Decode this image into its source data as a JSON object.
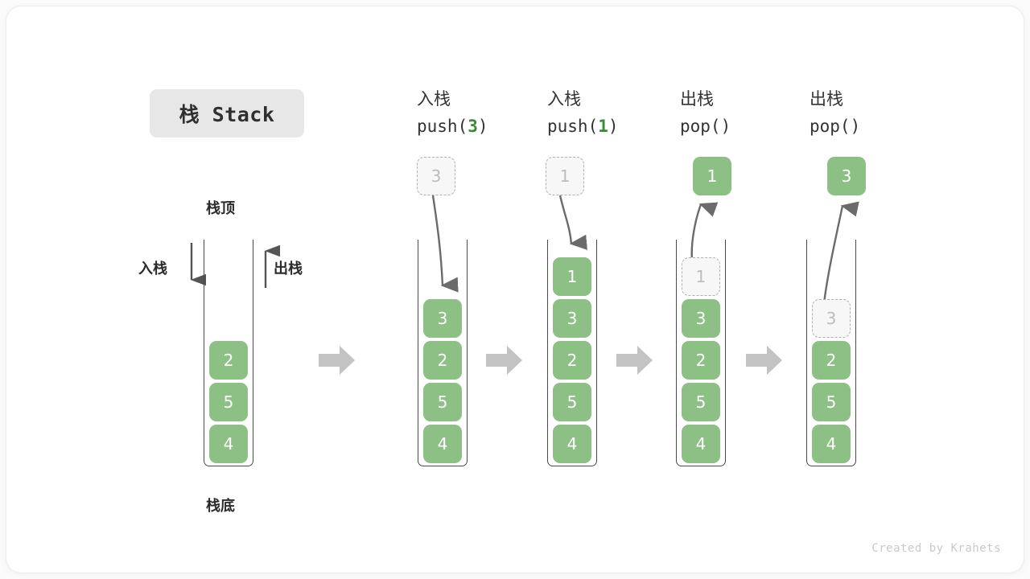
{
  "title": {
    "text": "栈 Stack"
  },
  "legend": {
    "top_label": "栈顶",
    "bottom_label": "栈底",
    "push_label": "入栈",
    "pop_label": "出栈"
  },
  "colors": {
    "cell_green": "#8cc084",
    "code_green": "#3a8a3a",
    "ghost_border": "#b0b0b0",
    "ghost_fill": "#f7f7f7",
    "ghost_text": "#bdbdbd",
    "container_border": "#4a4a4a",
    "block_arrow": "#c3c3c3",
    "curve_arrow": "#6b6b6b",
    "title_pill": "#e7e7e7"
  },
  "columns": [
    {
      "id": "initial",
      "header_cn": "",
      "header_code": "",
      "incoming": null,
      "outgoing": null,
      "stack": [
        {
          "value": "2",
          "state": "solid"
        },
        {
          "value": "5",
          "state": "solid"
        },
        {
          "value": "4",
          "state": "solid"
        }
      ]
    },
    {
      "id": "push-3",
      "header_cn": "入栈",
      "header_code_pre": "push(",
      "header_code_num": "3",
      "header_code_post": ")",
      "floating": {
        "value": "3",
        "state": "ghost"
      },
      "stack": [
        {
          "value": "3",
          "state": "solid"
        },
        {
          "value": "2",
          "state": "solid"
        },
        {
          "value": "5",
          "state": "solid"
        },
        {
          "value": "4",
          "state": "solid"
        }
      ]
    },
    {
      "id": "push-1",
      "header_cn": "入栈",
      "header_code_pre": "push(",
      "header_code_num": "1",
      "header_code_post": ")",
      "floating": {
        "value": "1",
        "state": "ghost"
      },
      "stack": [
        {
          "value": "1",
          "state": "solid"
        },
        {
          "value": "3",
          "state": "solid"
        },
        {
          "value": "2",
          "state": "solid"
        },
        {
          "value": "5",
          "state": "solid"
        },
        {
          "value": "4",
          "state": "solid"
        }
      ]
    },
    {
      "id": "pop-1",
      "header_cn": "出栈",
      "header_code_pre": "pop(",
      "header_code_num": "",
      "header_code_post": ")",
      "floating": {
        "value": "1",
        "state": "solid"
      },
      "stack": [
        {
          "value": "1",
          "state": "ghost"
        },
        {
          "value": "3",
          "state": "solid"
        },
        {
          "value": "2",
          "state": "solid"
        },
        {
          "value": "5",
          "state": "solid"
        },
        {
          "value": "4",
          "state": "solid"
        }
      ]
    },
    {
      "id": "pop-2",
      "header_cn": "出栈",
      "header_code_pre": "pop(",
      "header_code_num": "",
      "header_code_post": ")",
      "floating": {
        "value": "3",
        "state": "solid"
      },
      "stack": [
        {
          "value": "3",
          "state": "ghost"
        },
        {
          "value": "2",
          "state": "solid"
        },
        {
          "value": "5",
          "state": "solid"
        },
        {
          "value": "4",
          "state": "solid"
        }
      ]
    }
  ],
  "credit": "Created by Krahets"
}
